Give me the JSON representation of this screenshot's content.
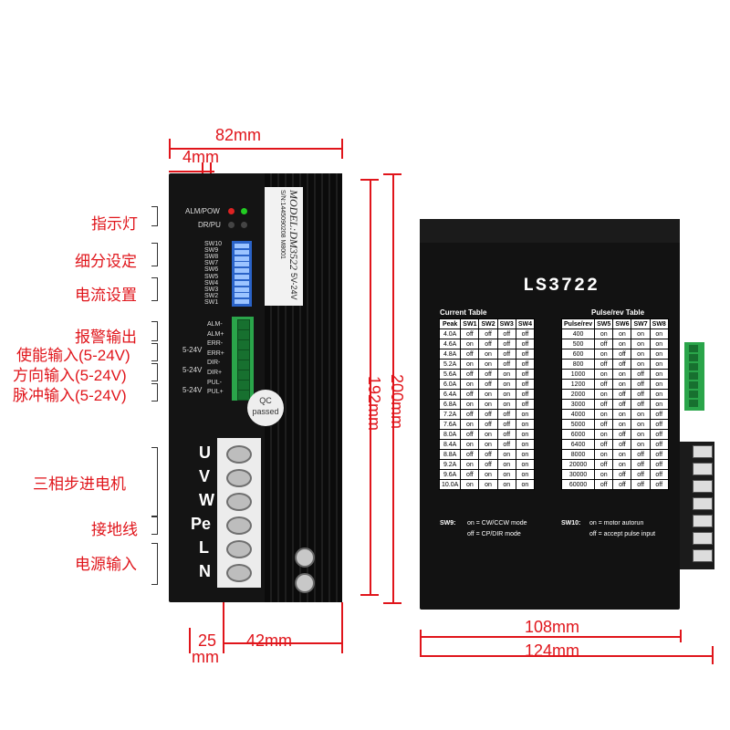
{
  "dimensions": {
    "width_82": "82mm",
    "width_4": "4mm",
    "height_200": "200mm",
    "height_192": "192mm",
    "bottom_25": "25",
    "bottom_mm": "mm",
    "bottom_42": "42mm",
    "right_108": "108mm",
    "right_124": "124mm"
  },
  "labels_cn": {
    "indicator": "指示灯",
    "subdivision": "细分设定",
    "current": "电流设置",
    "alarm_out": "报警输出",
    "enable_in": "使能输入(5-24V)",
    "dir_in": "方向输入(5-24V)",
    "pulse_in": "脉冲输入(5-24V)",
    "motor": "三相步进电机",
    "ground": "接地线",
    "power_in": "电源输入"
  },
  "left_driver": {
    "alm_pow": "ALM/POW",
    "dr_pu": "DR/PU",
    "dip_labels": [
      "SW10",
      "SW9",
      "SW8",
      "SW7",
      "SW6",
      "SW5",
      "SW4",
      "SW3",
      "SW2",
      "SW1"
    ],
    "model": "MODEL:DM3522",
    "voltage": "5V-24V",
    "serial": "S/N:1445090208 M8001",
    "io_labels": [
      "ALM-",
      "ALM+",
      "ERR-",
      "ERR+",
      "DIR-",
      "DIR+",
      "PUL-",
      "PUL+"
    ],
    "io_volt": [
      "5-24V",
      "5-24V",
      "5-24V"
    ],
    "qc_top": "QC",
    "qc_bottom": "passed",
    "terminals": [
      "U",
      "V",
      "W",
      "Pe",
      "L",
      "N"
    ]
  },
  "right_driver": {
    "brand": "LS3722",
    "current_table_title": "Current Table",
    "pulse_table_title": "Pulse/rev Table",
    "current_header": [
      "Peak",
      "SW1",
      "SW2",
      "SW3",
      "SW4"
    ],
    "current_rows": [
      [
        "4.0A",
        "off",
        "off",
        "off",
        "off"
      ],
      [
        "4.6A",
        "on",
        "off",
        "off",
        "off"
      ],
      [
        "4.8A",
        "off",
        "on",
        "off",
        "off"
      ],
      [
        "5.2A",
        "on",
        "on",
        "off",
        "off"
      ],
      [
        "5.6A",
        "off",
        "off",
        "on",
        "off"
      ],
      [
        "6.0A",
        "on",
        "off",
        "on",
        "off"
      ],
      [
        "6.4A",
        "off",
        "on",
        "on",
        "off"
      ],
      [
        "6.8A",
        "on",
        "on",
        "on",
        "off"
      ],
      [
        "7.2A",
        "off",
        "off",
        "off",
        "on"
      ],
      [
        "7.6A",
        "on",
        "off",
        "off",
        "on"
      ],
      [
        "8.0A",
        "off",
        "on",
        "off",
        "on"
      ],
      [
        "8.4A",
        "on",
        "on",
        "off",
        "on"
      ],
      [
        "8.8A",
        "off",
        "off",
        "on",
        "on"
      ],
      [
        "9.2A",
        "on",
        "off",
        "on",
        "on"
      ],
      [
        "9.6A",
        "off",
        "on",
        "on",
        "on"
      ],
      [
        "10.0A",
        "on",
        "on",
        "on",
        "on"
      ]
    ],
    "pulse_header": [
      "Pulse/rev",
      "SW5",
      "SW6",
      "SW7",
      "SW8"
    ],
    "pulse_rows": [
      [
        "400",
        "on",
        "on",
        "on",
        "on"
      ],
      [
        "500",
        "off",
        "on",
        "on",
        "on"
      ],
      [
        "600",
        "on",
        "off",
        "on",
        "on"
      ],
      [
        "800",
        "off",
        "off",
        "on",
        "on"
      ],
      [
        "1000",
        "on",
        "on",
        "off",
        "on"
      ],
      [
        "1200",
        "off",
        "on",
        "off",
        "on"
      ],
      [
        "2000",
        "on",
        "off",
        "off",
        "on"
      ],
      [
        "3000",
        "off",
        "off",
        "off",
        "on"
      ],
      [
        "4000",
        "on",
        "on",
        "on",
        "off"
      ],
      [
        "5000",
        "off",
        "on",
        "on",
        "off"
      ],
      [
        "6000",
        "on",
        "off",
        "on",
        "off"
      ],
      [
        "6400",
        "off",
        "off",
        "on",
        "off"
      ],
      [
        "8000",
        "on",
        "on",
        "off",
        "off"
      ],
      [
        "20000",
        "off",
        "on",
        "off",
        "off"
      ],
      [
        "30000",
        "on",
        "off",
        "off",
        "off"
      ],
      [
        "60000",
        "off",
        "off",
        "off",
        "off"
      ]
    ],
    "sw9_title": "SW9:",
    "sw9_on": "on = CW/CCW mode",
    "sw9_off": "off = CP/DIR mode",
    "sw10_title": "SW10:",
    "sw10_on": "on = motor autorun",
    "sw10_off": "off = accept pulse input"
  },
  "colors": {
    "accent": "#e0151b",
    "body": "#141414",
    "terminal_green": "#2aa54a",
    "dip_blue": "#2a63c8"
  }
}
